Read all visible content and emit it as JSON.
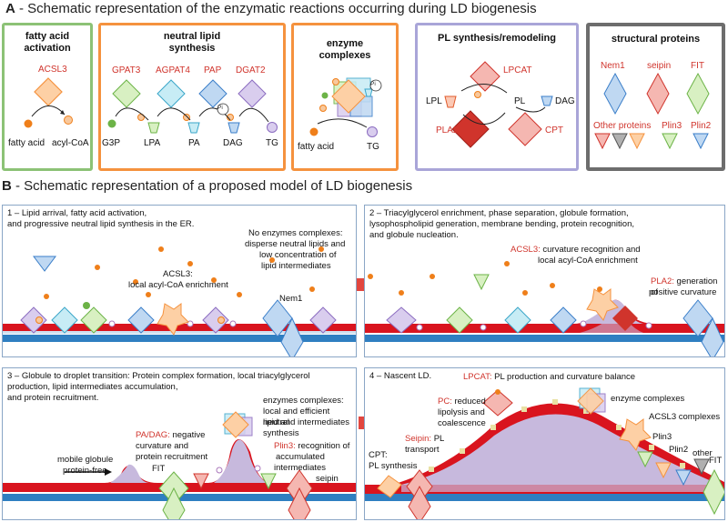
{
  "headers": {
    "a_letter": "A",
    "a_title": " - Schematic representation of the enzymatic reactions occurring during LD biogenesis",
    "b_letter": "B",
    "b_title": " - Schematic representation of a proposed model of LD biogenesis"
  },
  "boxes": {
    "fatty_acid_activation": {
      "title1": "fatty acid",
      "title2": "activation",
      "enzyme": "ACSL3",
      "left": "fatty acid",
      "right": "acyl-CoA"
    },
    "neutral_lipid_synthesis": {
      "title1": "neutral lipid",
      "title2": "synthesis",
      "enzymes": [
        "GPAT3",
        "AGPAT4",
        "PAP",
        "DGAT2"
      ],
      "substrates": [
        "G3P",
        "LPA",
        "PA",
        "DAG",
        "TG"
      ],
      "pi": "Pi"
    },
    "enzyme_complexes": {
      "title1": "enzyme",
      "title2": "complexes",
      "left": "fatty acid",
      "right": "TG",
      "pi": "Pi"
    },
    "pl_synthesis": {
      "title": "PL synthesis/remodeling",
      "lpcat": "LPCAT",
      "lpl": "LPL",
      "pl": "PL",
      "dag": "DAG",
      "pla2": "PLA2",
      "cpt": "CPT"
    },
    "structural_proteins": {
      "title": "structural proteins",
      "nem1": "Nem1",
      "seipin": "seipin",
      "fit": "FIT",
      "other": "Other proteins",
      "plin3": "Plin3",
      "plin2": "Plin2"
    }
  },
  "panels": {
    "p1": {
      "l1": "1 – Lipid arrival, fatty acid activation,",
      "l2": "and progressive neutral lipid synthesis in the ER.",
      "noenz": "No enzymes complexes:",
      "noenz_d1": "disperse neutral lipids and",
      "noenz_d2": "low concentration of",
      "noenz_d3": "lipid intermediates",
      "acsl3": "ACSL3:",
      "acsl3_d": "local acyl-CoA enrichment",
      "nem1": "Nem1"
    },
    "p2": {
      "l1": "2 – Triacylglycerol enrichment, phase separation, globule formation,",
      "l2": "lysophospholipid generation, membrane bending, protein recognition,",
      "l3": "and globule nucleation.",
      "acsl3": "ACSL3:",
      "acsl3_d1": " curvature recognition and",
      "acsl3_d2": "local acyl-CoA enrichment",
      "pla2": "PLA2:",
      "pla2_d1": " generation of",
      "pla2_d2": "positive curvature"
    },
    "p3": {
      "l1": "3 – Globule to droplet transition: Protein complex formation, local triacylglycerol",
      "l2": "production, lipid intermediates accumulation,",
      "l3": "and protein recruitment.",
      "padag": "PA/DAG:",
      "padag_d1": " negative",
      "padag_d2": "curvature and",
      "padag_d3": "protein recruitment",
      "mobile1": "mobile globule",
      "mobile2": "protein-free",
      "fit": "FIT",
      "enzc": "enzymes complexes:",
      "enzc_d1": "local and efficient neutral",
      "enzc_d2": "lipid and intermediates",
      "enzc_d3": "synthesis",
      "plin3": "Plin3:",
      "plin3_d1": " recognition of",
      "plin3_d2": "accumulated",
      "plin3_d3": "intermediates",
      "seipin": "seipin"
    },
    "p4": {
      "l1": "4 – Nascent LD.",
      "lpcat": "LPCAT:",
      "lpcat_d": " PL production and curvature balance",
      "pc": "PC:",
      "pc_d1": " reduced",
      "pc_d2": "lipolysis and",
      "pc_d3": "coalescence",
      "seipin": "Seipin:",
      "seipin_d1": " PL",
      "seipin_d2": "transport",
      "cpt": "CPT:",
      "cpt_d": "PL synthesis",
      "enzc": "enzyme complexes",
      "acsl3c": "ACSL3 complexes",
      "plin3": "Plin3",
      "plin2": "Plin2",
      "other": "other",
      "fit": "FIT"
    }
  },
  "colors": {
    "red": "#d0342c",
    "green_box": "#8cc276",
    "orange_box": "#f5923e",
    "violet_box": "#a9a5d8",
    "grey_box": "#6d6d6d",
    "membrane": "#d9141e",
    "er_blue": "#2f7fc1",
    "lipid": "#c7b9dd"
  }
}
